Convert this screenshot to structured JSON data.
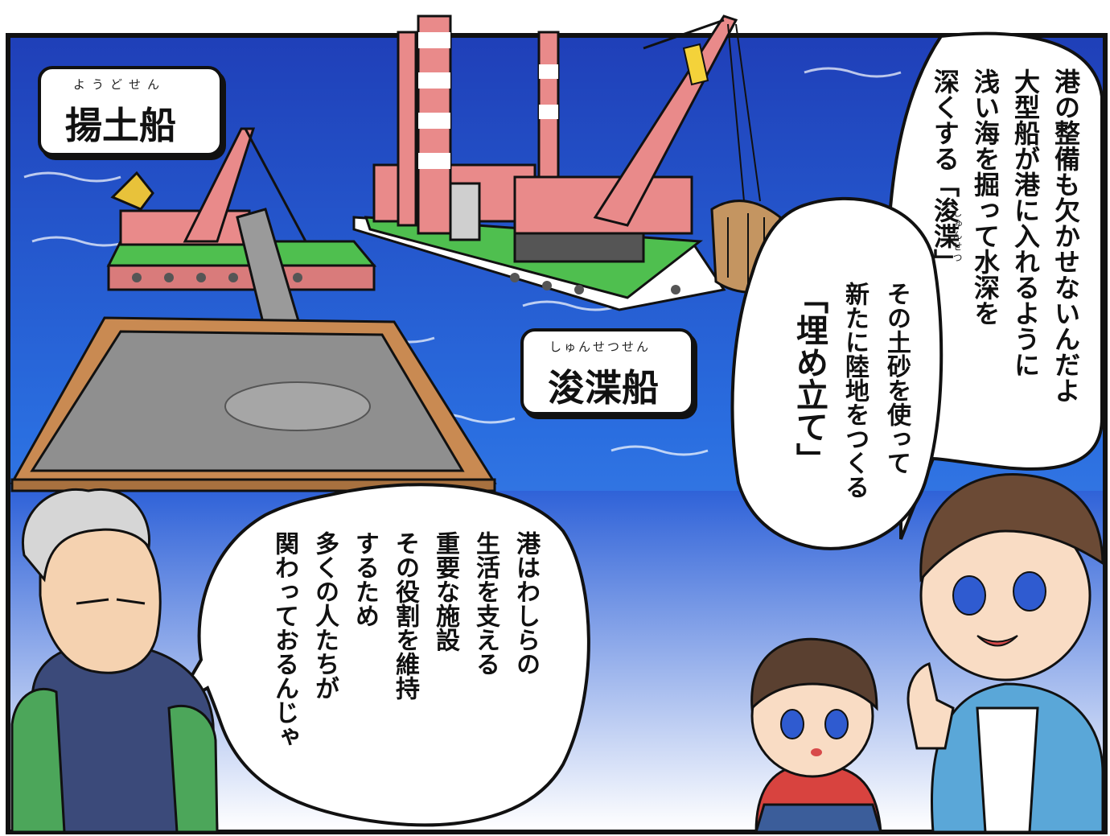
{
  "labels": {
    "yodosen": {
      "ruby": "ようどせん",
      "text": "揚土船"
    },
    "shunsetsusen": {
      "ruby": "しゅんせつせん",
      "text": "浚渫船"
    }
  },
  "bubble_top_right": {
    "lines": [
      "港の整備も欠かせないんだよ",
      "大型船が港に入れるように",
      "浅い海を掘って水深を",
      "深くする「浚渫」"
    ],
    "ruby": "しゅんせつ"
  },
  "bubble_middle_right": {
    "lines": [
      "その土砂を使って",
      "新たに陸地をつくる",
      "「埋め立て」"
    ]
  },
  "bubble_bottom": {
    "lines": [
      "港はわしらの",
      "生活を支える",
      "重要な施設",
      "その役割を維持",
      "するため",
      "多くの人たちが",
      "関わっておるんじゃ"
    ]
  },
  "colors": {
    "sky": "#1f4fd6",
    "sea": "#2a6fe0",
    "ship_pink": "#e98a8a",
    "deck_green": "#4fbf4f",
    "sand": "#8f8f8f",
    "frame_brown": "#c98a52"
  }
}
